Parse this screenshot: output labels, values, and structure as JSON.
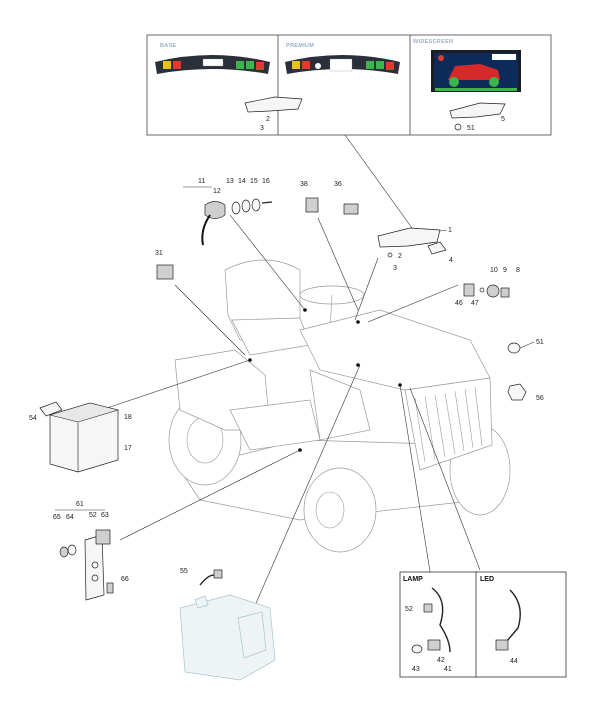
{
  "panels": {
    "base": "BASE",
    "premium": "PREMIUM",
    "widescreen": "WIDESCREEN"
  },
  "boxes": {
    "lamp": "LAMP",
    "led": "LED"
  },
  "parts": {
    "p1": "1",
    "p2": "2",
    "p3": "3",
    "p4": "4",
    "p5": "5",
    "p8": "8",
    "p9": "9",
    "p10": "10",
    "p11": "11",
    "p12": "12",
    "p13": "13",
    "p14": "14",
    "p15": "15",
    "p16": "16",
    "p17": "17",
    "p18": "18",
    "p31": "31",
    "p36": "36",
    "p38": "38",
    "p41": "41",
    "p42": "42",
    "p43": "43",
    "p44": "44",
    "p46": "46",
    "p47": "47",
    "p51": "51",
    "p52": "52",
    "p54": "54",
    "p55": "55",
    "p56": "56",
    "p61": "61",
    "p63": "63",
    "p64": "64",
    "p65": "65",
    "p66": "66"
  },
  "colors": {
    "dash_dark": "#2a2f3a",
    "indicator_green": "#3cb54a",
    "indicator_yellow": "#e8c21b",
    "indicator_red": "#e23a2e"
  }
}
